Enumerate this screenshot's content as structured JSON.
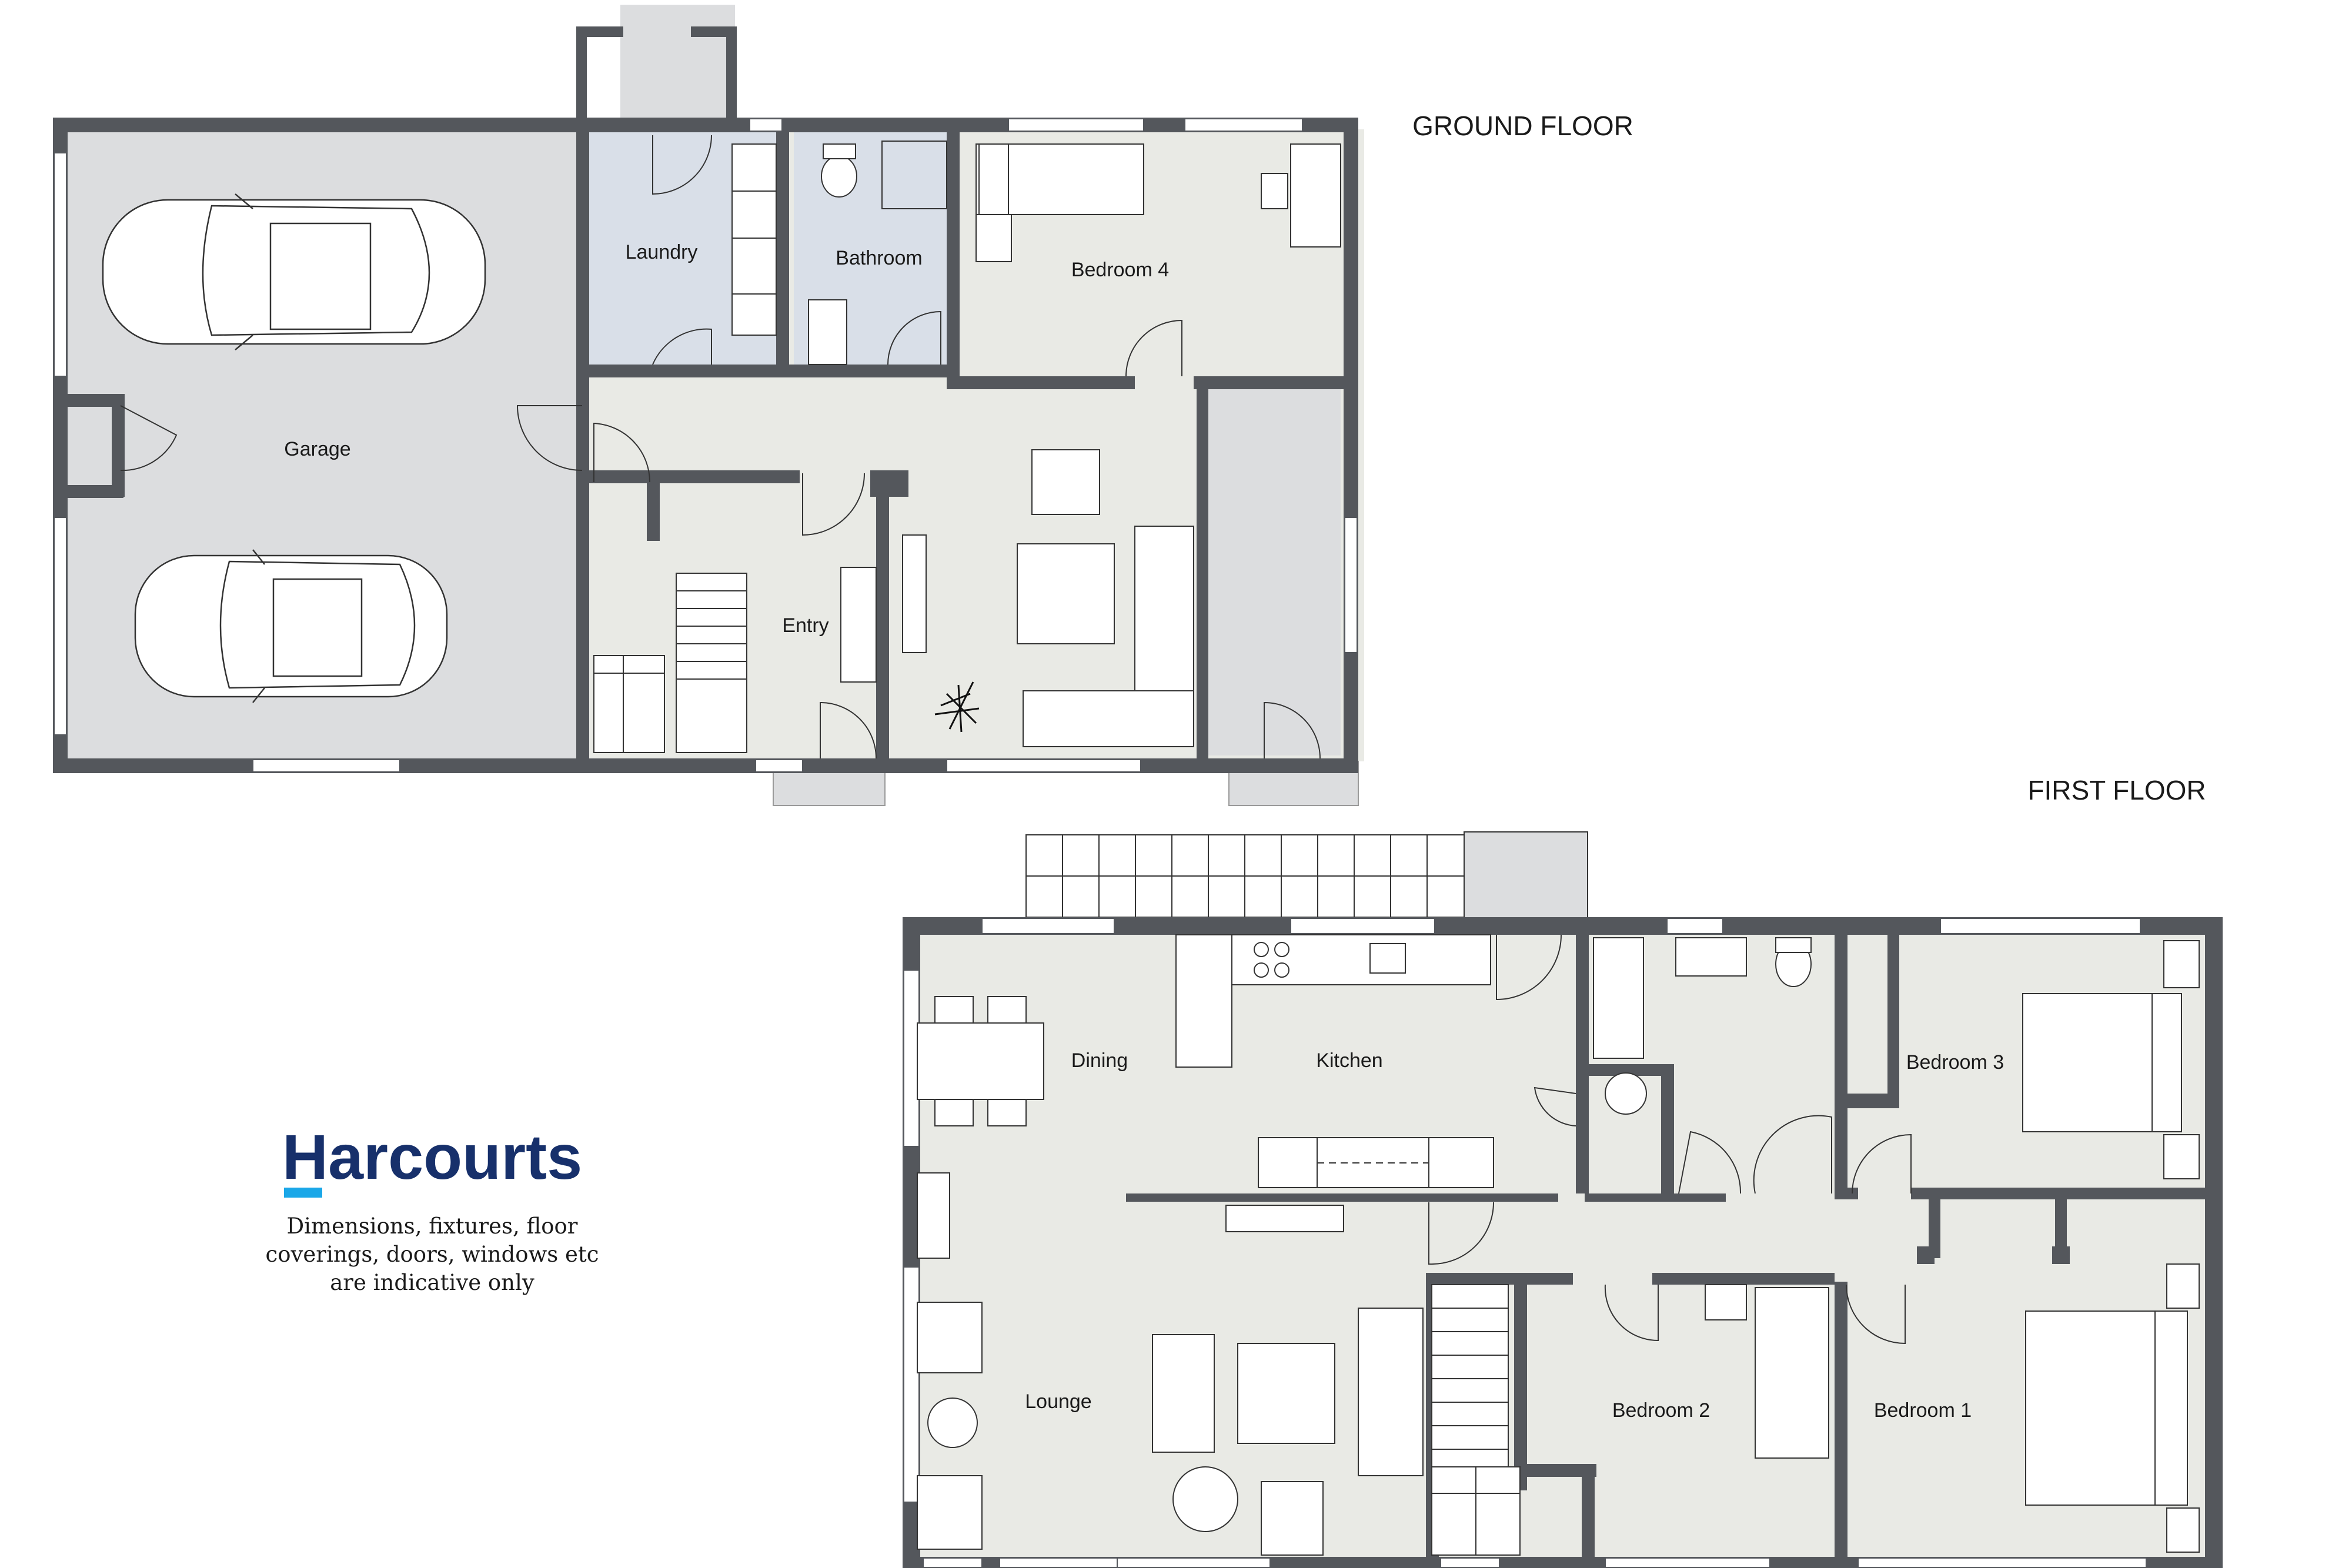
{
  "floors": {
    "ground": "GROUND FLOOR",
    "first": "FIRST FLOOR"
  },
  "rooms": {
    "garage": "Garage",
    "laundry": "Laundry",
    "bathroom": "Bathroom",
    "bedroom4": "Bedroom 4",
    "entry": "Entry",
    "dining": "Dining",
    "kitchen": "Kitchen",
    "bedroom3": "Bedroom 3",
    "lounge": "Lounge",
    "bedroom2": "Bedroom 2",
    "bedroom1": "Bedroom 1"
  },
  "brand": {
    "name": "Harcourts",
    "color": "#17306b",
    "accent": "#1aa7e8"
  },
  "disclaimer": {
    "line1": "Dimensions, fixtures, floor",
    "line2": "coverings, doors, windows etc",
    "line3": "are indicative only"
  },
  "colors": {
    "wall": "#54575c",
    "floor": "#e9eae5",
    "garage": "#dcdddf",
    "wet": "#d9dfe8"
  }
}
